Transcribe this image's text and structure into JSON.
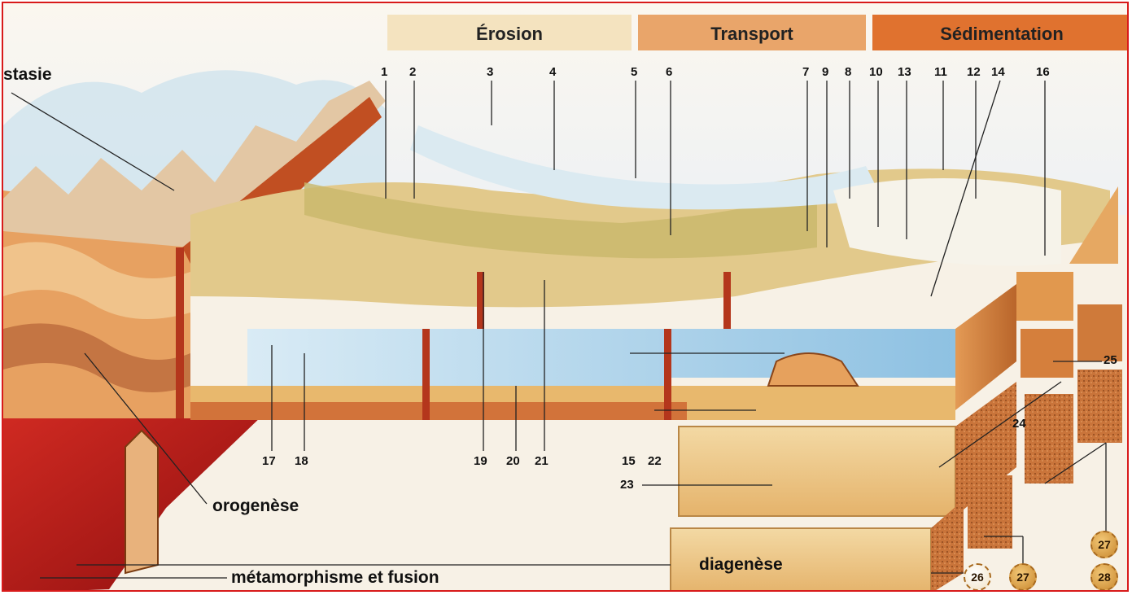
{
  "headers": {
    "erosion": "Érosion",
    "transport": "Transport",
    "sedimentation": "Sédimentation"
  },
  "labels": {
    "top_partial": "stasie",
    "orogenese": "orogenèse",
    "metamorphisme": "métamorphisme et fusion",
    "diagenese": "diagenèse"
  },
  "top_numbers": [
    "1",
    "2",
    "3",
    "4",
    "5",
    "6",
    "7",
    "9",
    "8",
    "10",
    "13",
    "11",
    "12",
    "14",
    "16"
  ],
  "bottom_numbers": [
    "17",
    "18",
    "19",
    "20",
    "21",
    "15",
    "22"
  ],
  "side_numbers": {
    "n23": "23",
    "n24": "24",
    "n25": "25"
  },
  "badges": {
    "b26": "26",
    "b27a": "27",
    "b27b": "27",
    "b28": "28"
  },
  "colors": {
    "erosion_band": "#f4e3bf",
    "transport_band": "#e9a56a",
    "sedimentation_band": "#e0722f",
    "water": "#a9cfe8",
    "magma": "#b81b1b",
    "sediment": "#e9bd72",
    "rock": "#d9824a"
  }
}
